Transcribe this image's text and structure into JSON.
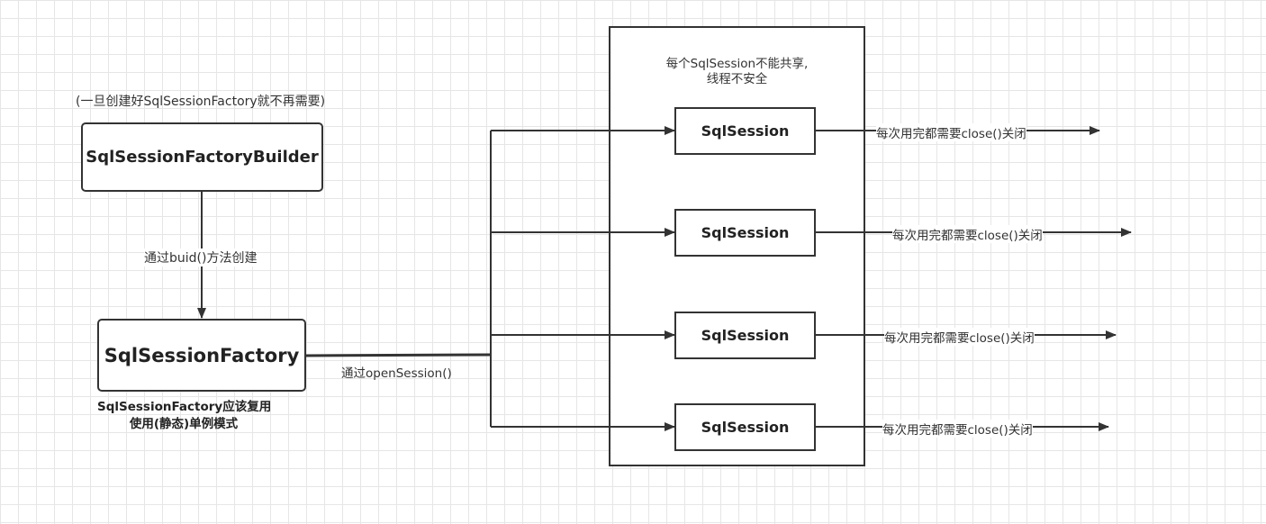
{
  "top_note": "(一旦创建好SqlSessionFactory就不再需要)",
  "builder": {
    "label": "SqlSessionFactoryBuilder"
  },
  "build_edge_label": "通过buid()方法创建",
  "factory": {
    "label": "SqlSessionFactory"
  },
  "factory_note": {
    "line1": "SqlSessionFactory应该复用",
    "line2": "使用(静态)单例模式"
  },
  "open_edge_label": "通过openSession()",
  "container": {
    "note_line1": "每个SqlSession不能共享,",
    "note_line2": "线程不安全"
  },
  "sessions": [
    {
      "label": "SqlSession",
      "close_label": "每次用完都需要close()关闭"
    },
    {
      "label": "SqlSession",
      "close_label": "每次用完都需要close()关闭"
    },
    {
      "label": "SqlSession",
      "close_label": "每次用完都需要close()关闭"
    },
    {
      "label": "SqlSession",
      "close_label": "每次用完都需要close()关闭"
    }
  ]
}
